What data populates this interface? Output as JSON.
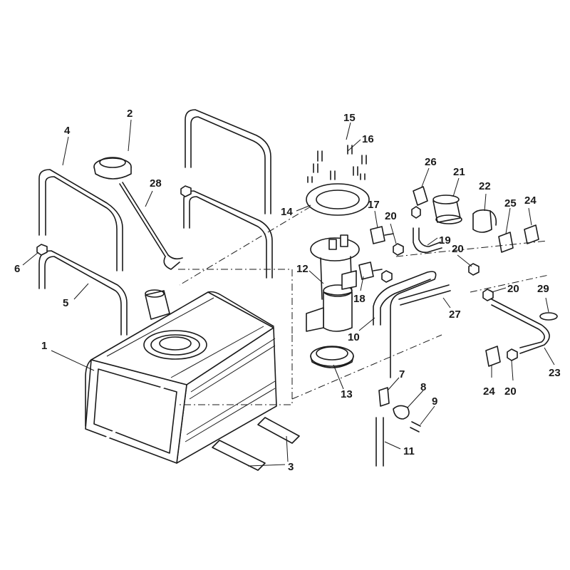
{
  "callouts": [
    {
      "id": "c1",
      "label": "1"
    },
    {
      "id": "c2",
      "label": "2"
    },
    {
      "id": "c3a",
      "label": "3"
    },
    {
      "id": "c4",
      "label": "4"
    },
    {
      "id": "c5",
      "label": "5"
    },
    {
      "id": "c6",
      "label": "6"
    },
    {
      "id": "c7",
      "label": "7"
    },
    {
      "id": "c8",
      "label": "8"
    },
    {
      "id": "c9",
      "label": "9"
    },
    {
      "id": "c10",
      "label": "10"
    },
    {
      "id": "c11",
      "label": "11"
    },
    {
      "id": "c12",
      "label": "12"
    },
    {
      "id": "c13",
      "label": "13"
    },
    {
      "id": "c14",
      "label": "14"
    },
    {
      "id": "c15",
      "label": "15"
    },
    {
      "id": "c16",
      "label": "16"
    },
    {
      "id": "c17",
      "label": "17"
    },
    {
      "id": "c18",
      "label": "18"
    },
    {
      "id": "c19",
      "label": "19"
    },
    {
      "id": "c20a",
      "label": "20"
    },
    {
      "id": "c20b",
      "label": "20"
    },
    {
      "id": "c20c",
      "label": "20"
    },
    {
      "id": "c20d",
      "label": "20"
    },
    {
      "id": "c21",
      "label": "21"
    },
    {
      "id": "c22",
      "label": "22"
    },
    {
      "id": "c23",
      "label": "23"
    },
    {
      "id": "c24a",
      "label": "24"
    },
    {
      "id": "c24b",
      "label": "24"
    },
    {
      "id": "c25",
      "label": "25"
    },
    {
      "id": "c26",
      "label": "26"
    },
    {
      "id": "c27",
      "label": "27"
    },
    {
      "id": "c28",
      "label": "28"
    },
    {
      "id": "c29",
      "label": "29"
    }
  ]
}
